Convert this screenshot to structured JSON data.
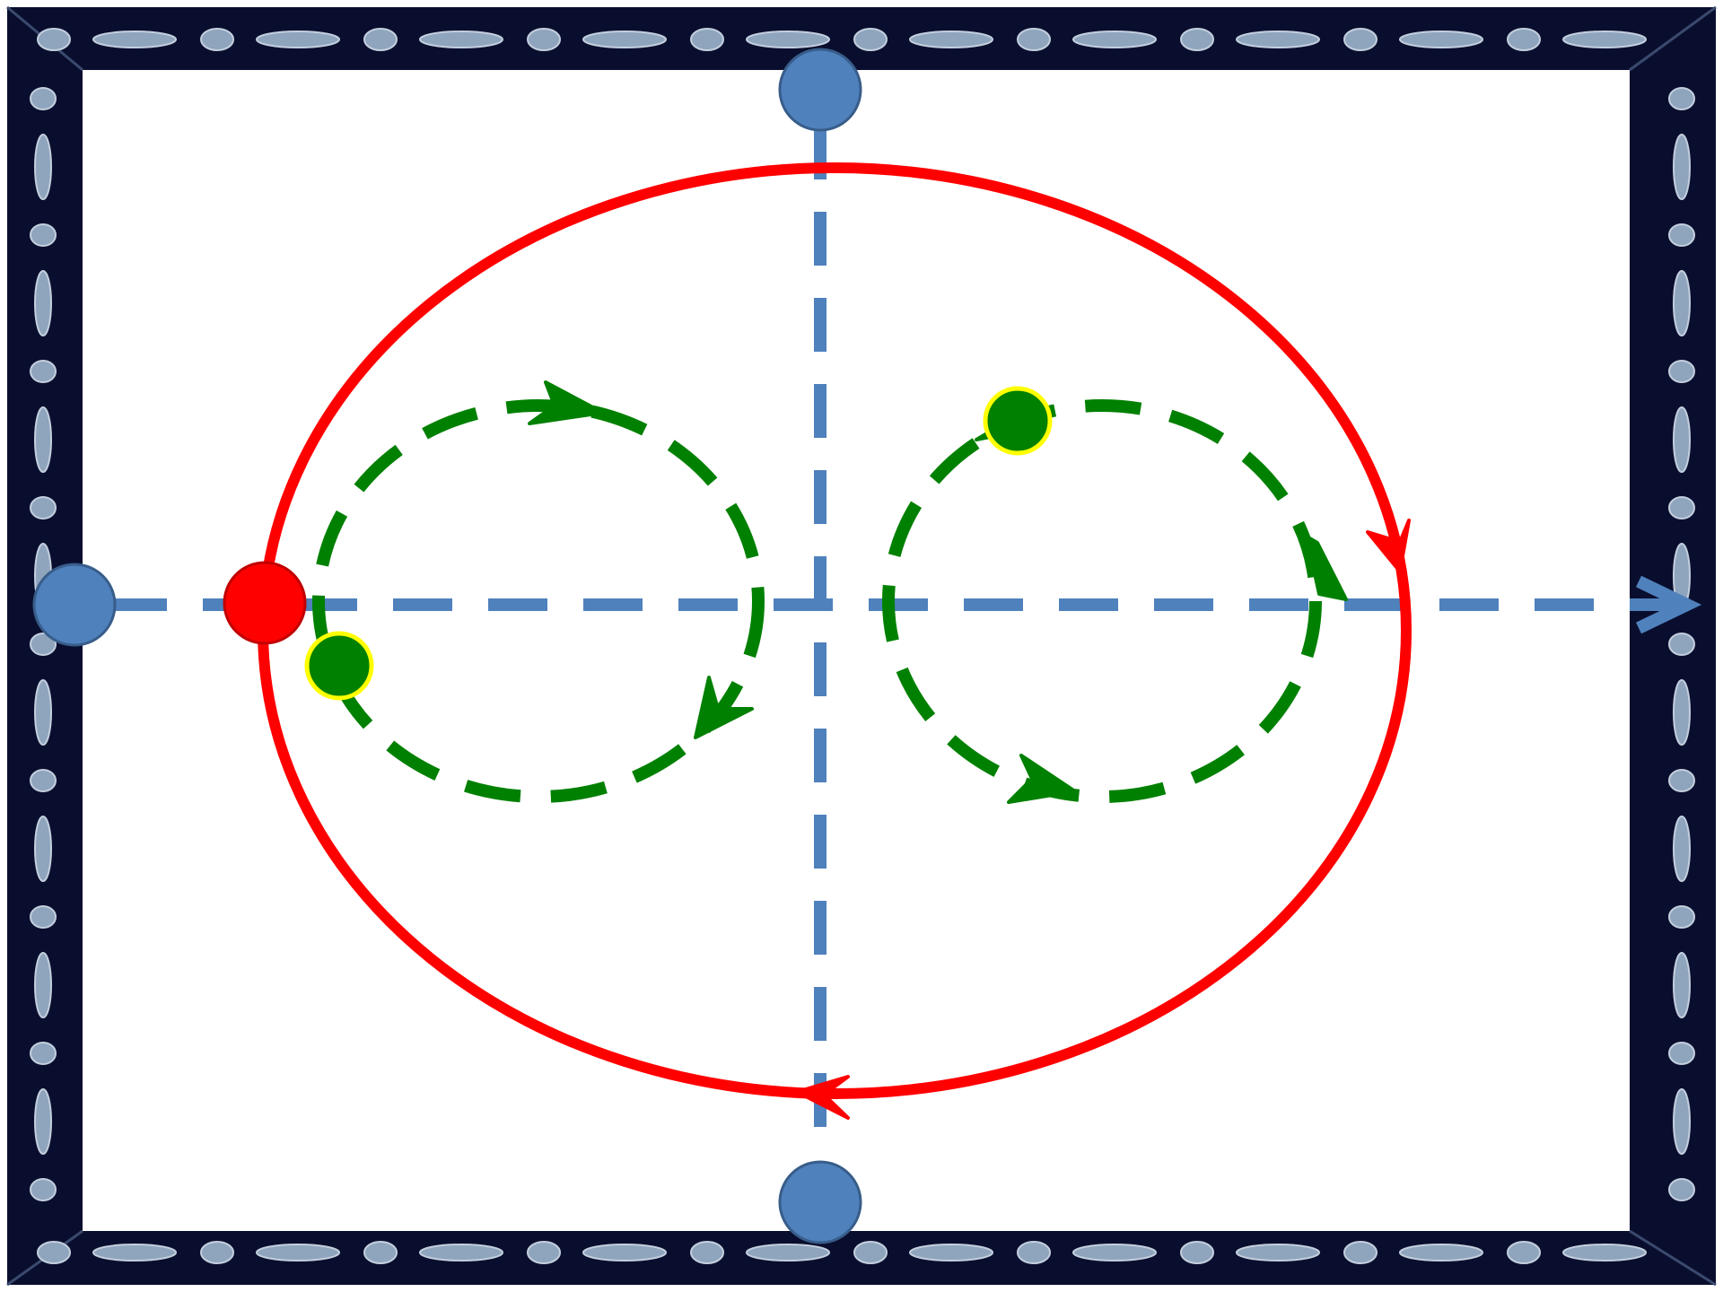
{
  "colors": {
    "frame": "#0a0e2e",
    "frame_bead": "#8fa4bd",
    "frame_bead_edge": "#c3cfde",
    "paper": "#ffffff",
    "axis": "#4f81bd",
    "axis_node_fill": "#4f81bd",
    "axis_node_stroke": "#385d8a",
    "outer_path": "#ff0000",
    "outer_marker_stroke": "#c00000",
    "inner_path": "#008000",
    "inner_marker_stroke": "#ffff00"
  },
  "icons": {
    "axis_arrow": "arrow-right-icon",
    "path_direction": "chevron-arrowhead-icon",
    "node": "circle-icon"
  },
  "diagram": {
    "outer_loop": {
      "style": "solid",
      "direction": "clockwise"
    },
    "inner_loops": [
      {
        "side": "left",
        "style": "dashed",
        "direction": "clockwise"
      },
      {
        "side": "right",
        "style": "dashed",
        "direction": "counterclockwise"
      }
    ],
    "axes": {
      "style": "dashed",
      "horizontal_arrow": "right"
    }
  }
}
